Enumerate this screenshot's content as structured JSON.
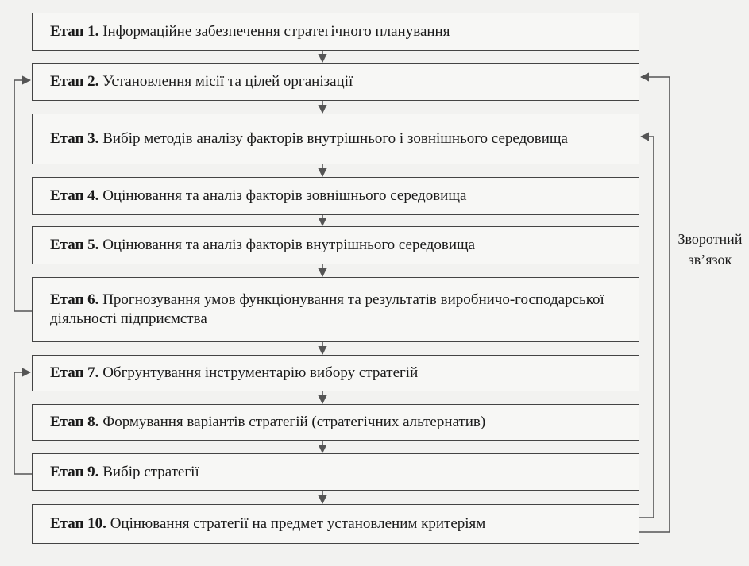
{
  "stages": [
    {
      "label": "Етап 1.",
      "text": "Інформаційне забезпечення стратегічного планування"
    },
    {
      "label": "Етап 2.",
      "text": "Установлення місії та цілей організації"
    },
    {
      "label": "Етап 3.",
      "text": "Вибір методів аналізу факторів внутрішнього і зовнішнього середовища"
    },
    {
      "label": "Етап 4.",
      "text": "Оцінювання та аналіз факторів  зовнішнього середовища"
    },
    {
      "label": "Етап 5.",
      "text": "Оцінювання та аналіз факторів внутрішнього середовища"
    },
    {
      "label": "Етап 6.",
      "text": "Прогнозування умов функціонування та результатів виробничо-господарської діяльності підприємства"
    },
    {
      "label": "Етап 7.",
      "text": "Обгрунтування інструментарію вибору стратегій"
    },
    {
      "label": "Етап 8.",
      "text": "Формування варіантів стратегій (стратегічних альтернатив)"
    },
    {
      "label": "Етап 9.",
      "text": "Вибір стратегії"
    },
    {
      "label": "Етап 10.",
      "text": "Оцінювання стратегії на предмет установленим критеріям"
    }
  ],
  "feedback": {
    "line1": "Зворотний",
    "line2": "зв’язок"
  },
  "colors": {
    "line": "#555555",
    "box_border": "#444444",
    "text": "#1a1a1a"
  }
}
